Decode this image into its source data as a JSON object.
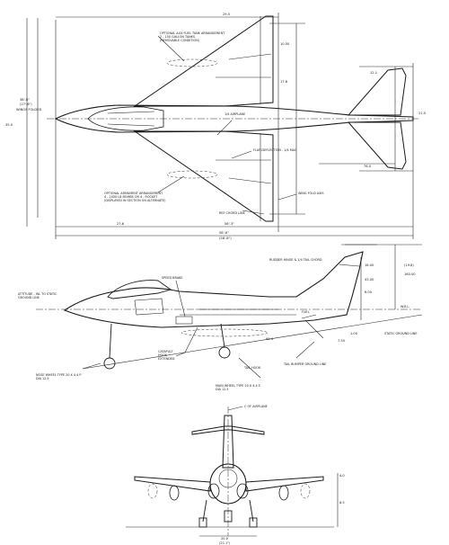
{
  "plan_view": {
    "notes": {
      "aux_fuel": [
        "OPTIONAL AUX FUEL TANK ARRANGEMENT",
        "2 - 150 GALLON TANKS",
        "(REMOVABLE CONDITION)"
      ],
      "ordnance": [
        "OPTIONAL ARMAMENT ARRANGEMENT",
        "4 - 2000 LB BOMBS OR 4 - ROCKET",
        "(DISPLAYED IN SECTION ON ALTERNATE)"
      ],
      "wing_span_label": "WINGS FOLDED",
      "aileron_label": "1/4 AIRPLANE",
      "flap_label": "FLAP-DEFLECTION - 1/4 MAC",
      "wing_fold_label": "WING FOLD AXIS",
      "ref_chord_label": "REF CHORD LINE"
    },
    "dims": {
      "span_top": "29.5",
      "span_right": "35.0",
      "span_left_a": "38'-0\"",
      "span_left_b": "(27'-6\")",
      "length_total": "56'-3\"",
      "overall_length": "58'-8\"",
      "overall_length_sub": "(58'-8\")",
      "fwd_length": "27.6",
      "aft_length": "12.1",
      "tail_span": "21.0",
      "tail_offset": "76.0",
      "chord_a": "10.00",
      "chord_b": "17.6"
    }
  },
  "side_view": {
    "notes": {
      "rudder_label": "RUDDER HINGE & 1/4 TAIL CHORD",
      "speed_brake_label": "SPEED BRAKE",
      "static_ground_label": [
        "ATTITUDE - WL TO STATIC",
        "GROUND LINE"
      ],
      "static_ground_line": "STATIC GROUND LINE",
      "nose_wheel": [
        "NOSE WHEEL  TYPE 20 X 4.4 P",
        "DIA 12.5"
      ],
      "main_wheel": [
        "MAIN WHEEL  TYPE 20 X 4.4 S",
        "DIA 12.5"
      ],
      "tail_bumper": "TAIL BUMPER GROUND LINE",
      "catapult": [
        "CATAPULT",
        "HOOK",
        "EXTENDED"
      ],
      "tail_hook": "TAIL HOOK",
      "fuel_label": "FUEL",
      "wrl": "W.R.L."
    },
    "dims": {
      "fin_height": "18.00",
      "fin_height_b": "(19.8)",
      "fin_height_c": "160.00",
      "aft_a": "43.00",
      "aft_b": "6.00",
      "ground_clear": "1.00",
      "nose_offset": "95.4",
      "tail_clear": "7.50"
    }
  },
  "front_view": {
    "notes": {
      "centerline_label": "C OF AIRPLANE"
    },
    "dims": {
      "wheel_track": "20.0",
      "wheel_track_b": "(21.1\")",
      "pod_spacing": "8.5",
      "fin_height": "4.0"
    }
  }
}
